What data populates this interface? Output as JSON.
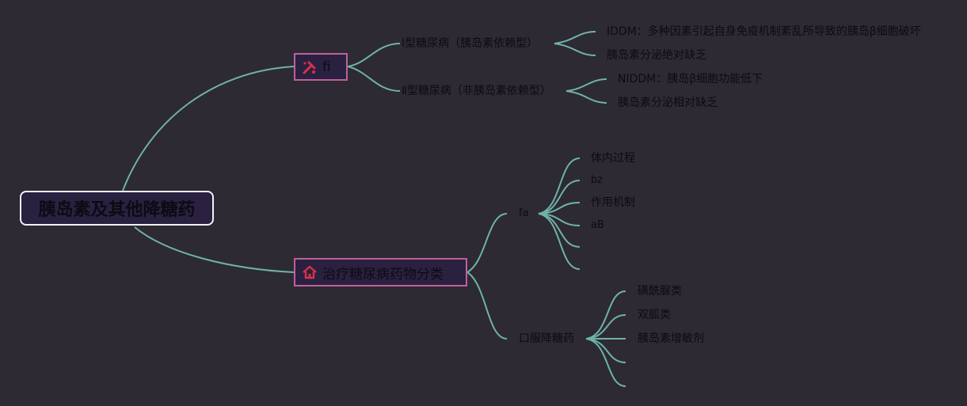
{
  "root": {
    "label": "胰岛素及其他降糖药"
  },
  "branches": [
    {
      "label": "fi",
      "icon": "tools-icon",
      "children": [
        {
          "label": "Ⅰ型糖尿病（胰岛素依赖型）",
          "children": [
            "IDDM：多种因素引起自身免疫机制紊乱所导致的胰岛β细胞破坏",
            "胰岛素分泌绝对缺乏"
          ]
        },
        {
          "label": "Ⅱ型糖尿病（非胰岛素依赖型）",
          "children": [
            "NIDDM：胰岛β细胞功能低下",
            "胰岛素分泌相对缺乏"
          ]
        }
      ]
    },
    {
      "label": "治疗糖尿病药物分类",
      "icon": "home-icon",
      "children": [
        {
          "label": "fa",
          "children": [
            "体内过程",
            "bz",
            "作用机制",
            "aB",
            "",
            ""
          ]
        },
        {
          "label": "口服降糖药",
          "children": [
            "磺酰脲类",
            "双胍类",
            "胰岛素增敏剂",
            "",
            ""
          ]
        }
      ]
    }
  ],
  "colors": {
    "background": "#2d2a33",
    "link": "#6fb3a8",
    "branch_border": "#c0609a",
    "icon_accent": "#d8304a",
    "root_border": "#f2f2f2"
  }
}
